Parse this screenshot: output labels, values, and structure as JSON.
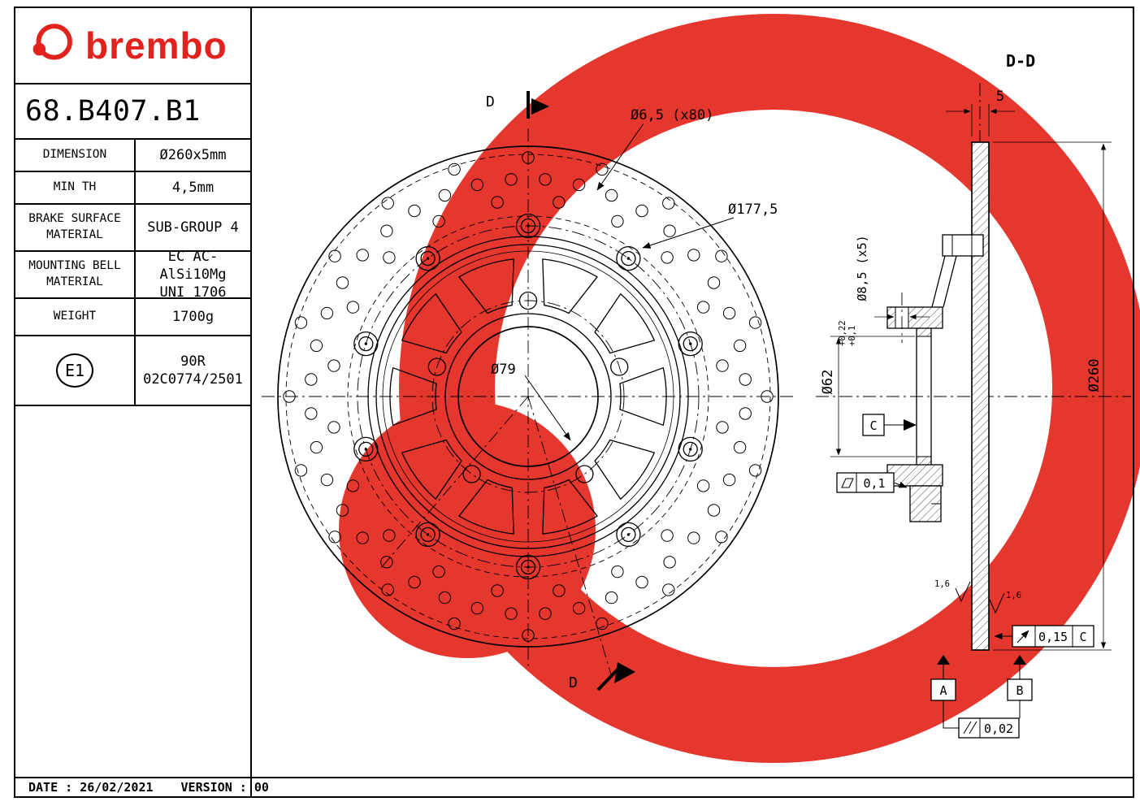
{
  "colors": {
    "brand_red": "#e2231d",
    "watermark_red": "#e5372e",
    "line": "#000000"
  },
  "title_block": {
    "brand": "brembo",
    "part_number": "68.B407.B1",
    "rows": [
      {
        "label": "DIMENSION",
        "value": "Ø260x5mm"
      },
      {
        "label": "MIN TH",
        "value": "4,5mm"
      },
      {
        "label": "BRAKE SURFACE\nMATERIAL",
        "value": "SUB-GROUP 4"
      },
      {
        "label": "MOUNTING BELL\nMATERIAL",
        "value": "EC AC-AlSi10Mg\nUNI 1706"
      },
      {
        "label": "WEIGHT",
        "value": "1700g"
      }
    ],
    "homologation": {
      "badge": "E1",
      "value": "90R\n02C0774/2501"
    }
  },
  "front_view": {
    "section_marker_top": "D",
    "section_marker_bottom": "D",
    "holes_note": "Ø6,5 (x80)",
    "bolt_circle_dia": "Ø177,5",
    "center_bore_dia": "Ø79"
  },
  "section_view": {
    "title": "D-D",
    "thickness": "5",
    "bell_holes": "Ø8,5 (x5)",
    "bore_dia": "Ø62",
    "bore_tol_upper": "+0,22",
    "bore_tol_lower": "+0,1",
    "outer_dia": "Ø260",
    "flatness": "0,1",
    "datum_c_ref": "C",
    "roughness_left": "1,6",
    "roughness_right": "1,6",
    "runout": "0,15",
    "runout_datum": "C",
    "datum_a": "A",
    "datum_b": "B",
    "parallelism": "0,02"
  },
  "footer": {
    "date": "DATE : 26/02/2021",
    "version": "VERSION : 00"
  }
}
